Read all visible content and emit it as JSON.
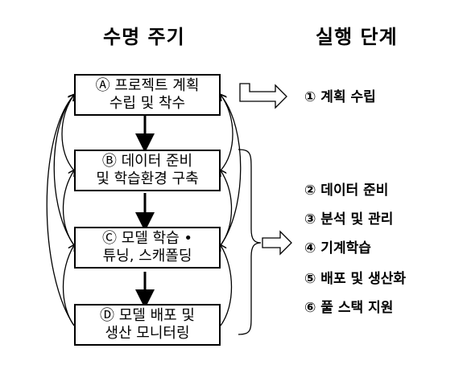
{
  "headings": {
    "lifecycle": "수명 주기",
    "execution": "실행 단계"
  },
  "lifecycle_boxes": [
    {
      "line1": "Ⓐ 프로젝트 계획",
      "line2": "수립 및 착수"
    },
    {
      "line1": "Ⓑ 데이터 준비",
      "line2": "및 학습환경 구축"
    },
    {
      "line1": "Ⓒ 모델 학습 •",
      "line2": "튜닝, 스캐폴딩"
    },
    {
      "line1": "Ⓓ 모델 배포 및",
      "line2": "생산 모니터링"
    }
  ],
  "execution_steps": [
    "① 계획 수립",
    "② 데이터 준비",
    "③ 분석 및 관리",
    "④ 기계학습",
    "⑤ 배포 및 생산화",
    "⑥ 풀 스택 지원"
  ]
}
